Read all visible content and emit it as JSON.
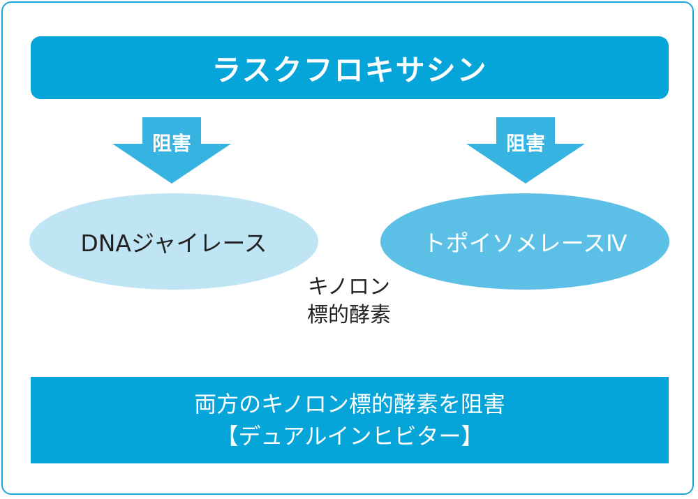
{
  "title": "ラスクフロキサシン",
  "arrows": {
    "left_label": "阻害",
    "right_label": "阻害"
  },
  "enzymes": {
    "left": "DNAジャイレース",
    "right": "トポイソメレースⅣ"
  },
  "center": {
    "line1": "キノロン",
    "line2": "標的酵素"
  },
  "summary": {
    "line1": "両方のキノロン標的酵素を阻害",
    "line2": "【デュアルインヒビター】"
  },
  "colors": {
    "primary": "#06a5d9",
    "light_ellipse": "#bfe4f4",
    "mid_ellipse": "#5cc0e6",
    "arrow": "#36b3e0",
    "border": "#1aa6d8"
  }
}
